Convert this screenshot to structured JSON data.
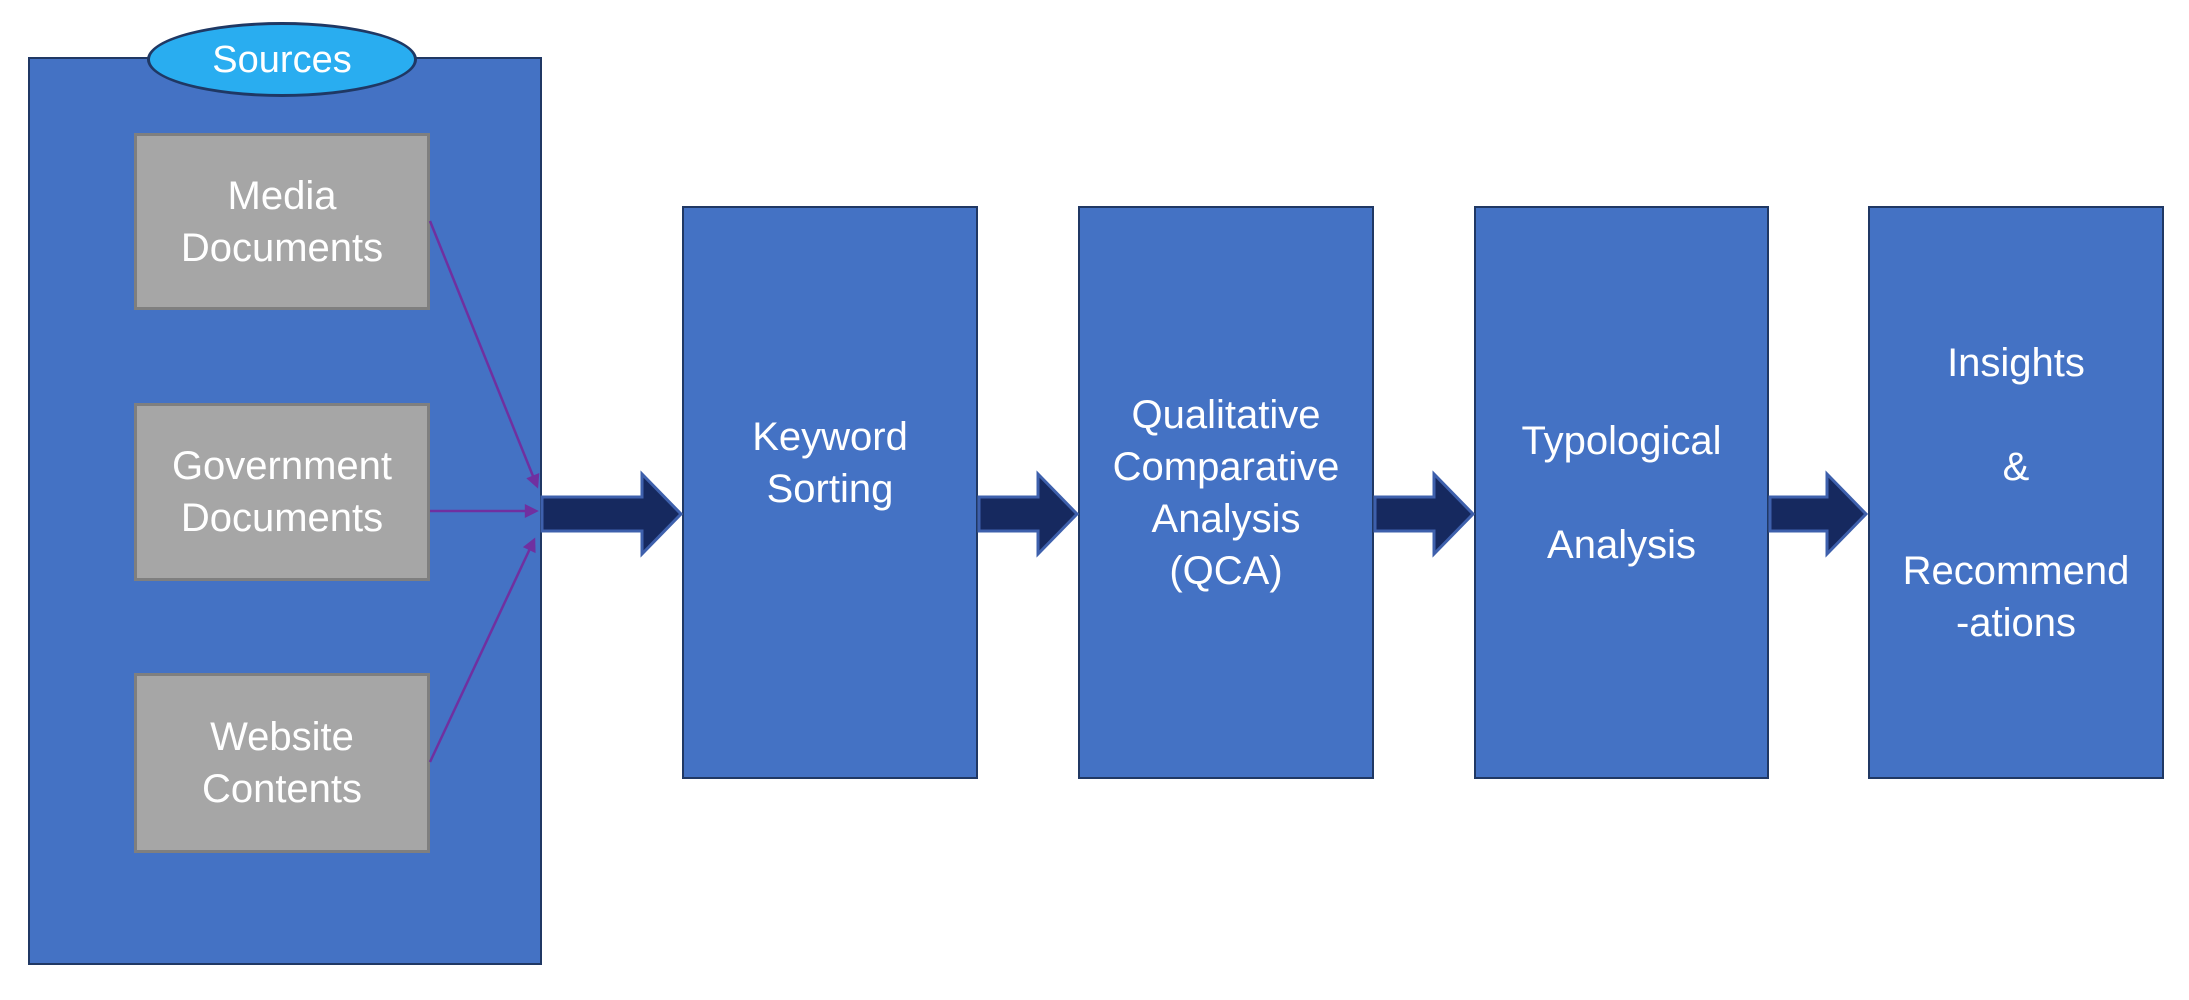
{
  "sources": {
    "label": "Sources",
    "items": [
      {
        "label": "Media\nDocuments"
      },
      {
        "label": "Government\nDocuments"
      },
      {
        "label": "Website\nContents"
      }
    ]
  },
  "steps": [
    {
      "label": "Keyword\nSorting"
    },
    {
      "label": "Qualitative\nComparative\nAnalysis\n(QCA)"
    },
    {
      "label": "Typological\n\nAnalysis"
    },
    {
      "label": "Insights\n\n&\n\nRecommend\n-ations"
    }
  ],
  "icons": {
    "flow_arrow": "right-block-arrow",
    "connector_arrow": "thin-purple-arrow"
  },
  "colors": {
    "panel_blue": "#4472C4",
    "panel_border": "#203864",
    "source_box_fill": "#A6A6A6",
    "source_box_border": "#7F7F7F",
    "ellipse_fill": "#29ADF0",
    "ellipse_border": "#1F3864",
    "flow_arrow_fill": "#16295F",
    "flow_arrow_border": "#3E60AC",
    "connector_purple": "#7030A0",
    "text": "#FFFFFF",
    "background": "#FFFFFF"
  }
}
